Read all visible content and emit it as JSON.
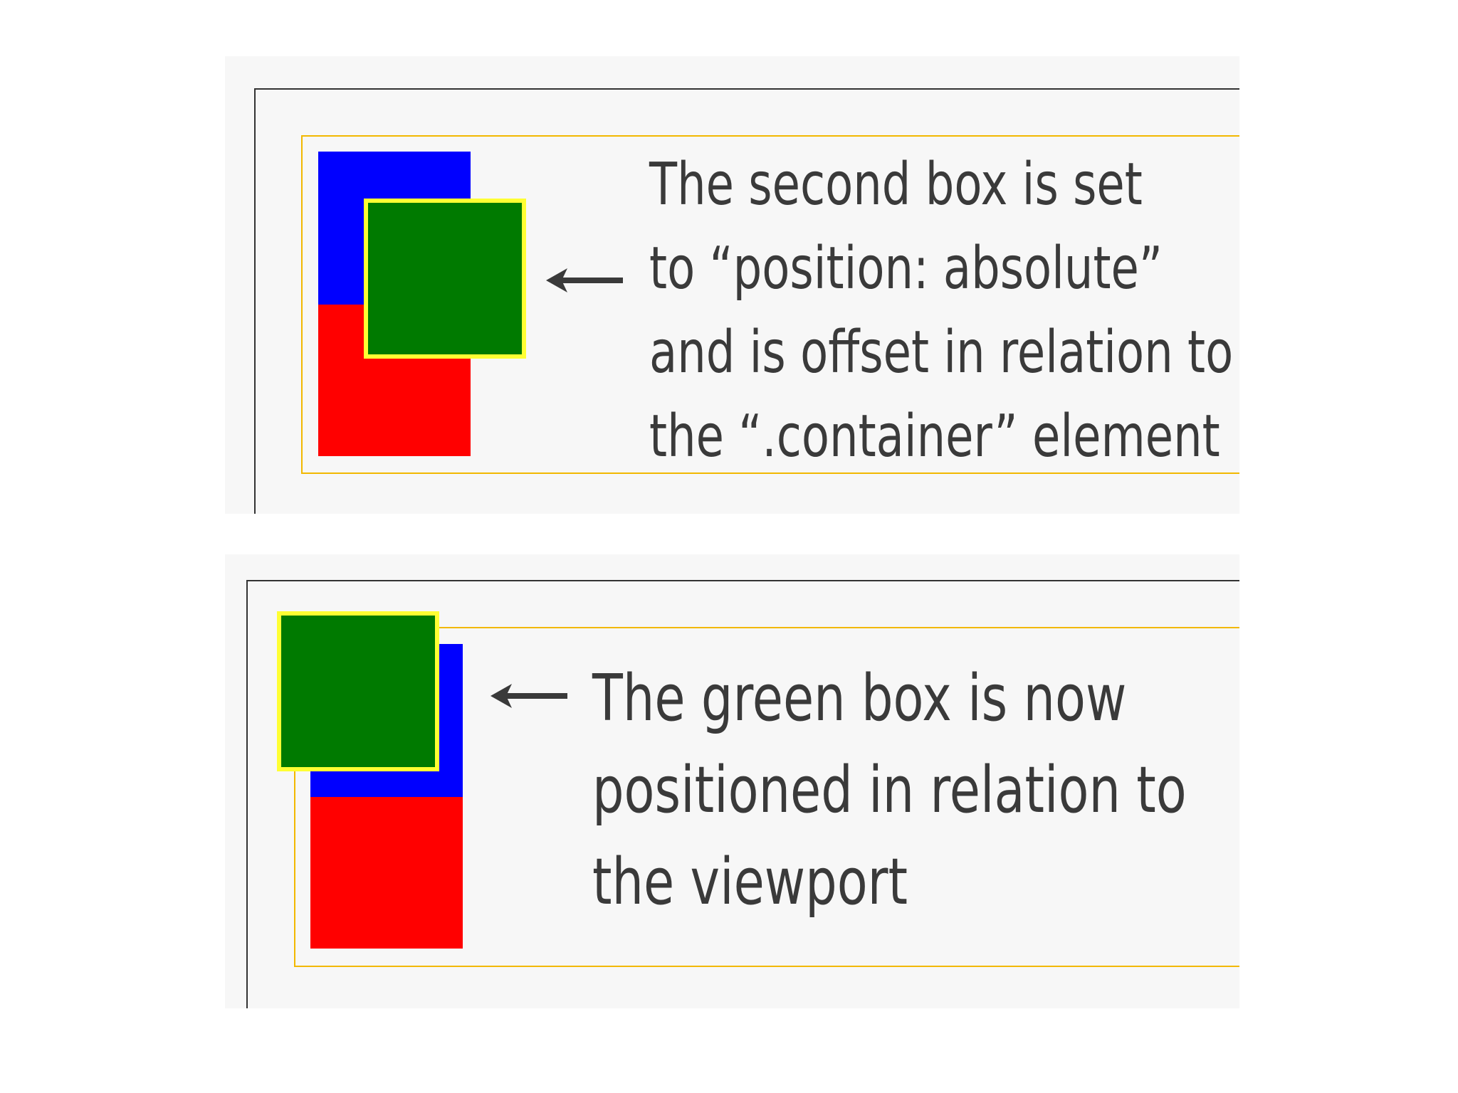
{
  "top_panel": {
    "caption_lines": [
      "The second box is set",
      "to “position: absolute”",
      "and is offset in relation to",
      "the “.container” element"
    ]
  },
  "bottom_panel": {
    "caption_lines": [
      "The green box is now",
      "positioned in relation to",
      "the viewport"
    ]
  },
  "colors": {
    "panel_background": "#f7f7f7",
    "viewport_border": "#333333",
    "container_border": "#f2b800",
    "blue_box": "#0000ff",
    "red_box": "#ff0000",
    "green_box": "#007a00",
    "green_box_border": "#ffff33",
    "text": "#3a3a3a"
  },
  "icons": {
    "pointer_arrow": "arrow-left-icon"
  }
}
